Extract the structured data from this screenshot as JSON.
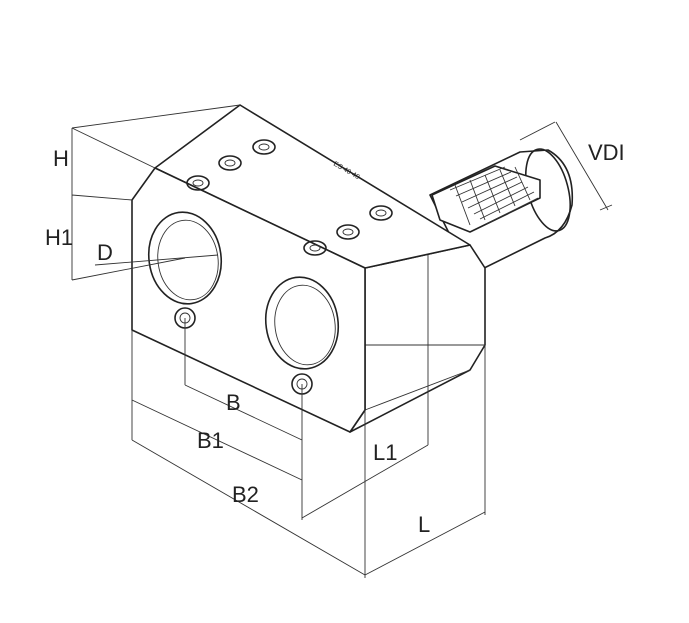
{
  "title": "VDI tool holder dimension drawing",
  "marking": "ES 40 40",
  "labels": {
    "H": "H",
    "H1": "H1",
    "D": "D",
    "B": "B",
    "B1": "B1",
    "B2": "B2",
    "L1": "L1",
    "L": "L",
    "VDI": "VDI"
  }
}
